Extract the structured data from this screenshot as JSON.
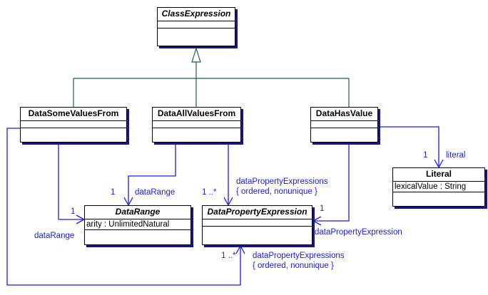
{
  "diagram": {
    "title": "OWL 2 Data Property Restrictions UML class diagram",
    "colors": {
      "box_border": "#000000",
      "box_shadow": "#16167e",
      "association": "#1a1af0",
      "generalization": "#1f5c52",
      "label_text": "#1a1af0",
      "background": "#ffffff"
    }
  },
  "classes": [
    {
      "id": "class-expression",
      "name": "ClassExpression",
      "abstract": true,
      "attributes": [],
      "operations": []
    },
    {
      "id": "data-some-values-from",
      "name": "DataSomeValuesFrom",
      "abstract": false,
      "attributes": [],
      "operations": []
    },
    {
      "id": "data-all-values-from",
      "name": "DataAllValuesFrom",
      "abstract": false,
      "attributes": [],
      "operations": []
    },
    {
      "id": "data-has-value",
      "name": "DataHasValue",
      "abstract": false,
      "attributes": [],
      "operations": []
    },
    {
      "id": "literal",
      "name": "Literal",
      "abstract": false,
      "attributes": [
        "lexicalValue : String"
      ],
      "operations": []
    },
    {
      "id": "data-range",
      "name": "DataRange",
      "abstract": true,
      "attributes": [
        "arity : UnlimitedNatural"
      ],
      "operations": []
    },
    {
      "id": "data-property-expression",
      "name": "DataPropertyExpression",
      "abstract": true,
      "attributes": [],
      "operations": []
    }
  ],
  "generalizations": [
    {
      "from": "DataSomeValuesFrom",
      "to": "ClassExpression"
    },
    {
      "from": "DataAllValuesFrom",
      "to": "ClassExpression"
    },
    {
      "from": "DataHasValue",
      "to": "ClassExpression"
    }
  ],
  "associations": [
    {
      "id": "assoc-dsvf-datarange",
      "from": "DataSomeValuesFrom",
      "to": "DataRange",
      "role": "dataRange",
      "multiplicity": "1",
      "constraints": ""
    },
    {
      "id": "assoc-dsvf-dpe",
      "from": "DataSomeValuesFrom",
      "to": "DataPropertyExpression",
      "role": "dataPropertyExpressions",
      "multiplicity": "1 ..*",
      "constraints": "{ ordered, nonunique }"
    },
    {
      "id": "assoc-davf-datarange",
      "from": "DataAllValuesFrom",
      "to": "DataRange",
      "role": "dataRange",
      "multiplicity": "1",
      "constraints": ""
    },
    {
      "id": "assoc-davf-dpe",
      "from": "DataAllValuesFrom",
      "to": "DataPropertyExpression",
      "role": "dataPropertyExpressions",
      "multiplicity": "1 ..*",
      "constraints": "{ ordered, nonunique }"
    },
    {
      "id": "assoc-dhv-literal",
      "from": "DataHasValue",
      "to": "Literal",
      "role": "literal",
      "multiplicity": "1",
      "constraints": ""
    },
    {
      "id": "assoc-dhv-dpe",
      "from": "DataHasValue",
      "to": "DataPropertyExpression",
      "role": "dataPropertyExpression",
      "multiplicity": "1",
      "constraints": ""
    }
  ],
  "labels": {
    "mult_davf_datarange": "1",
    "role_davf_datarange": "dataRange",
    "mult_dsvf_datarange": "1",
    "role_dsvf_datarange": "dataRange",
    "mult_davf_dpe": "1 ..*",
    "role_davf_dpe_line1": "dataPropertyExpressions",
    "role_davf_dpe_line2": "{ ordered, nonunique }",
    "mult_dhv_literal": "1",
    "role_dhv_literal": "literal",
    "mult_dhv_dpe": "1",
    "role_dhv_dpe": "dataPropertyExpression",
    "mult_dsvf_dpe": "1 ..*",
    "role_dsvf_dpe_line1": "dataPropertyExpressions",
    "role_dsvf_dpe_line2": "{ ordered, nonunique }"
  }
}
